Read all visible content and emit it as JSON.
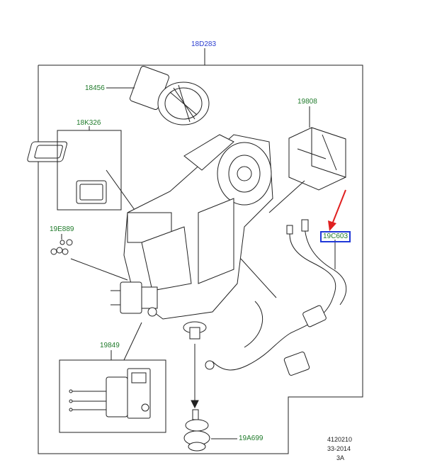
{
  "labels": {
    "housing": "18D283",
    "blower": "18456",
    "filter": "18K326",
    "orings": "19E889",
    "sensor_box": "19808",
    "harness": "19C603",
    "actuator": "19849",
    "grommet": "19A699"
  },
  "reference": {
    "line1": "4120210",
    "line2": "33-2014",
    "line3": "3A"
  },
  "colors": {
    "part_label": "#1f7a2a",
    "title_label": "#2a3ccf",
    "highlight_box": "#2038d8",
    "arrow": "#e02020",
    "line": "#222222"
  }
}
